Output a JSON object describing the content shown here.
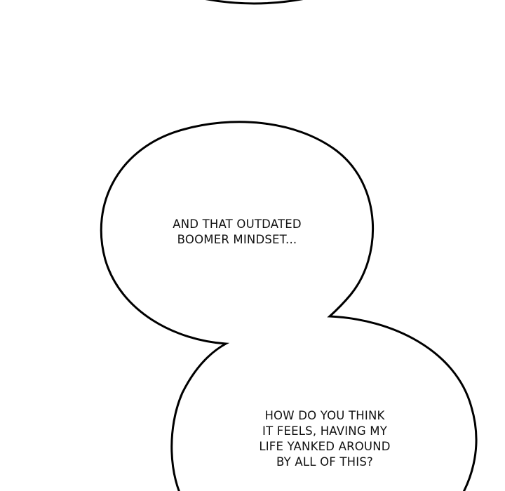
{
  "comic_panel": {
    "background_color": "#ffffff",
    "stroke_color": "#000000",
    "speech_bubbles": [
      {
        "id": "top-partial",
        "lines": []
      },
      {
        "id": "bubble-1",
        "lines": [
          "AND THAT OUTDATED",
          "BOOMER MINDSET..."
        ]
      },
      {
        "id": "bubble-2",
        "lines": [
          "HOW DO YOU THINK",
          "IT FEELS, HAVING MY",
          "LIFE YANKED AROUND",
          "BY ALL OF THIS?"
        ]
      }
    ]
  }
}
